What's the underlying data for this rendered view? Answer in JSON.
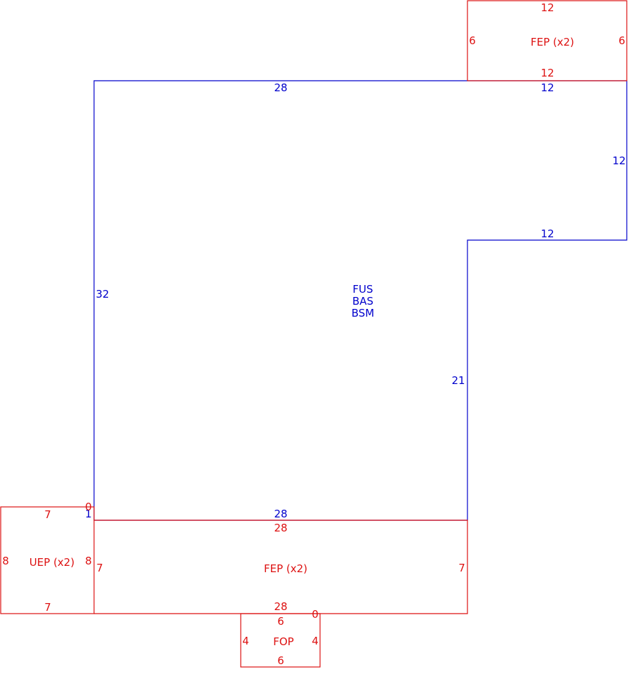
{
  "colors": {
    "main": "#0000cc",
    "sub": "#dd1111"
  },
  "main": {
    "codes": [
      "FUS",
      "BAS",
      "BSM"
    ],
    "dims": {
      "top_left": "28",
      "top_right": "12",
      "right_upper": "12",
      "step": "12",
      "left": "32",
      "right_lower": "21",
      "bottom": "28",
      "corner": "1"
    }
  },
  "fep_top": {
    "name": "FEP (x2)",
    "dims": {
      "top": "12",
      "bottom": "12",
      "left": "6",
      "right": "6"
    }
  },
  "fep_bottom": {
    "name": "FEP (x2)",
    "dims": {
      "top": "28",
      "bottom": "28",
      "left": "7",
      "right": "7",
      "corner": "0"
    }
  },
  "uep": {
    "name": "UEP (x2)",
    "dims": {
      "top": "7",
      "bottom": "7",
      "left": "8",
      "right": "8",
      "corner": "0"
    }
  },
  "fop": {
    "name": "FOP",
    "dims": {
      "top": "6",
      "bottom": "6",
      "left": "4",
      "right": "4"
    }
  }
}
